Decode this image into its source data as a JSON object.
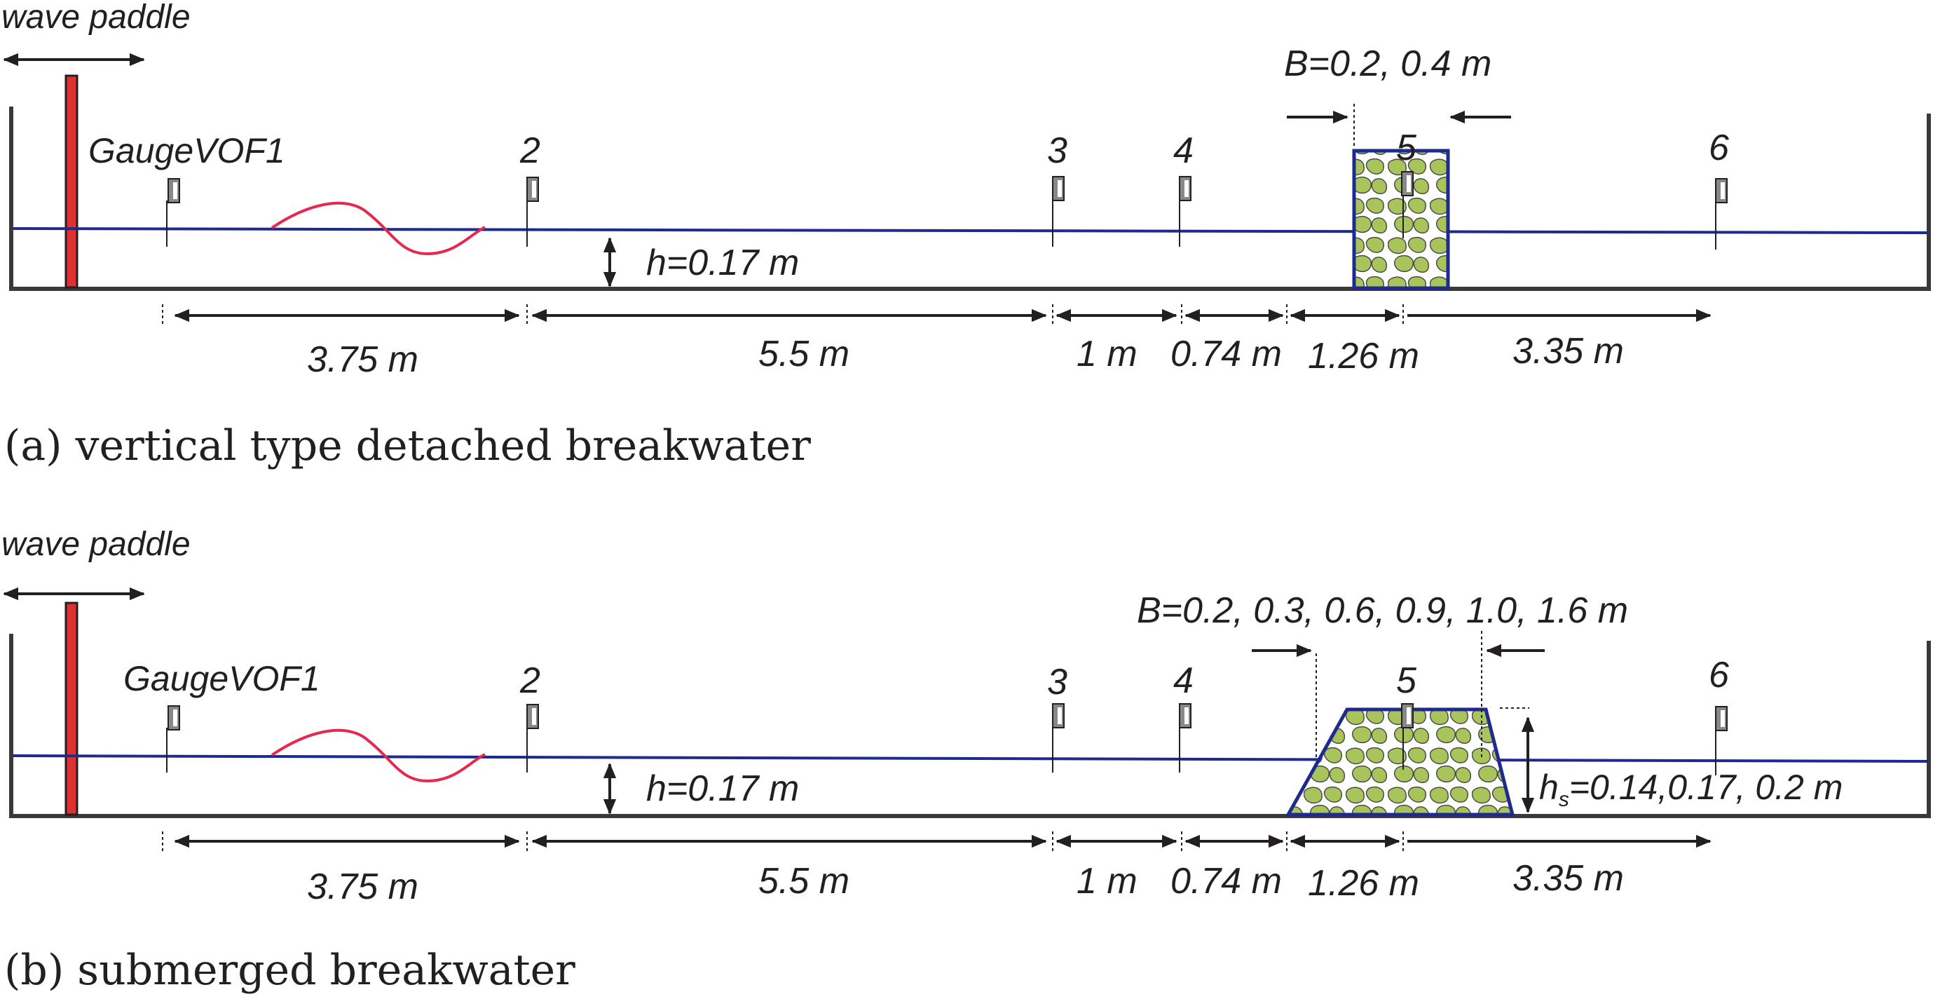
{
  "panel_a": {
    "paddle_label": "wave paddle",
    "gauge1_label": "GaugeVOF1",
    "gauges": [
      "2",
      "3",
      "4",
      "5",
      "6"
    ],
    "width_label": "B=0.2, 0.4 m",
    "depth_label": "h=0.17 m",
    "distances": [
      "3.75 m",
      "5.5 m",
      "1 m",
      "0.74 m",
      "1.26 m",
      "3.35 m"
    ],
    "caption": "(a) vertical type detached breakwater"
  },
  "panel_b": {
    "paddle_label": "wave paddle",
    "gauge1_label": "GaugeVOF1",
    "gauges": [
      "2",
      "3",
      "4",
      "5",
      "6"
    ],
    "width_label": "B=0.2, 0.3, 0.6, 0.9, 1.0, 1.6 m",
    "depth_label": "h=0.17 m",
    "height_symbol": "h",
    "height_subscript": "s",
    "height_values": "=0.14,0.17, 0.2 m",
    "distances": [
      "3.75 m",
      "5.5 m",
      "1 m",
      "0.74 m",
      "1.26 m",
      "3.35 m"
    ],
    "caption": "(b) submerged breakwater"
  },
  "colors": {
    "tank": "#3a3a3a",
    "water": "#1f2a8f",
    "paddle": "#e03030",
    "wave": "#e8274f",
    "stone_fill": "#a8c45a",
    "stone_edge": "#1f2a8f"
  }
}
